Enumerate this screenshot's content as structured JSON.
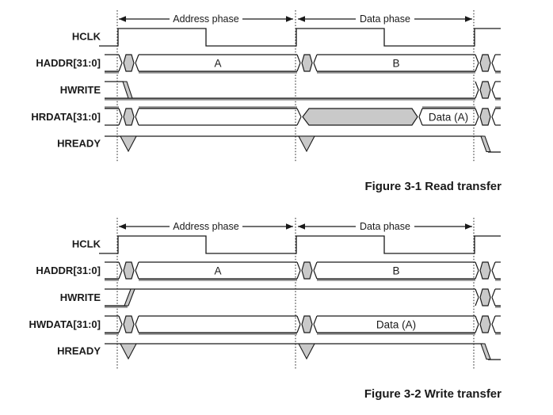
{
  "colors": {
    "line": "#1a1a1a",
    "transition_fill": "#c9c9c9",
    "shadow_rail": "#909090",
    "background": "#ffffff"
  },
  "figures": [
    {
      "caption": "Figure 3-1 Read transfer",
      "phase_labels": [
        "Address phase",
        "Data phase"
      ],
      "signals": [
        {
          "label": "HCLK",
          "values": []
        },
        {
          "label": "HADDR[31:0]",
          "values": [
            "A",
            "B"
          ]
        },
        {
          "label": "HWRITE",
          "values": []
        },
        {
          "label": "HRDATA[31:0]",
          "values": [
            "Data (A)"
          ]
        },
        {
          "label": "HREADY",
          "values": []
        }
      ]
    },
    {
      "caption": "Figure 3-2 Write transfer",
      "phase_labels": [
        "Address phase",
        "Data phase"
      ],
      "signals": [
        {
          "label": "HCLK",
          "values": []
        },
        {
          "label": "HADDR[31:0]",
          "values": [
            "A",
            "B"
          ]
        },
        {
          "label": "HWRITE",
          "values": []
        },
        {
          "label": "HWDATA[31:0]",
          "values": [
            "Data (A)"
          ]
        },
        {
          "label": "HREADY",
          "values": []
        }
      ]
    }
  ]
}
